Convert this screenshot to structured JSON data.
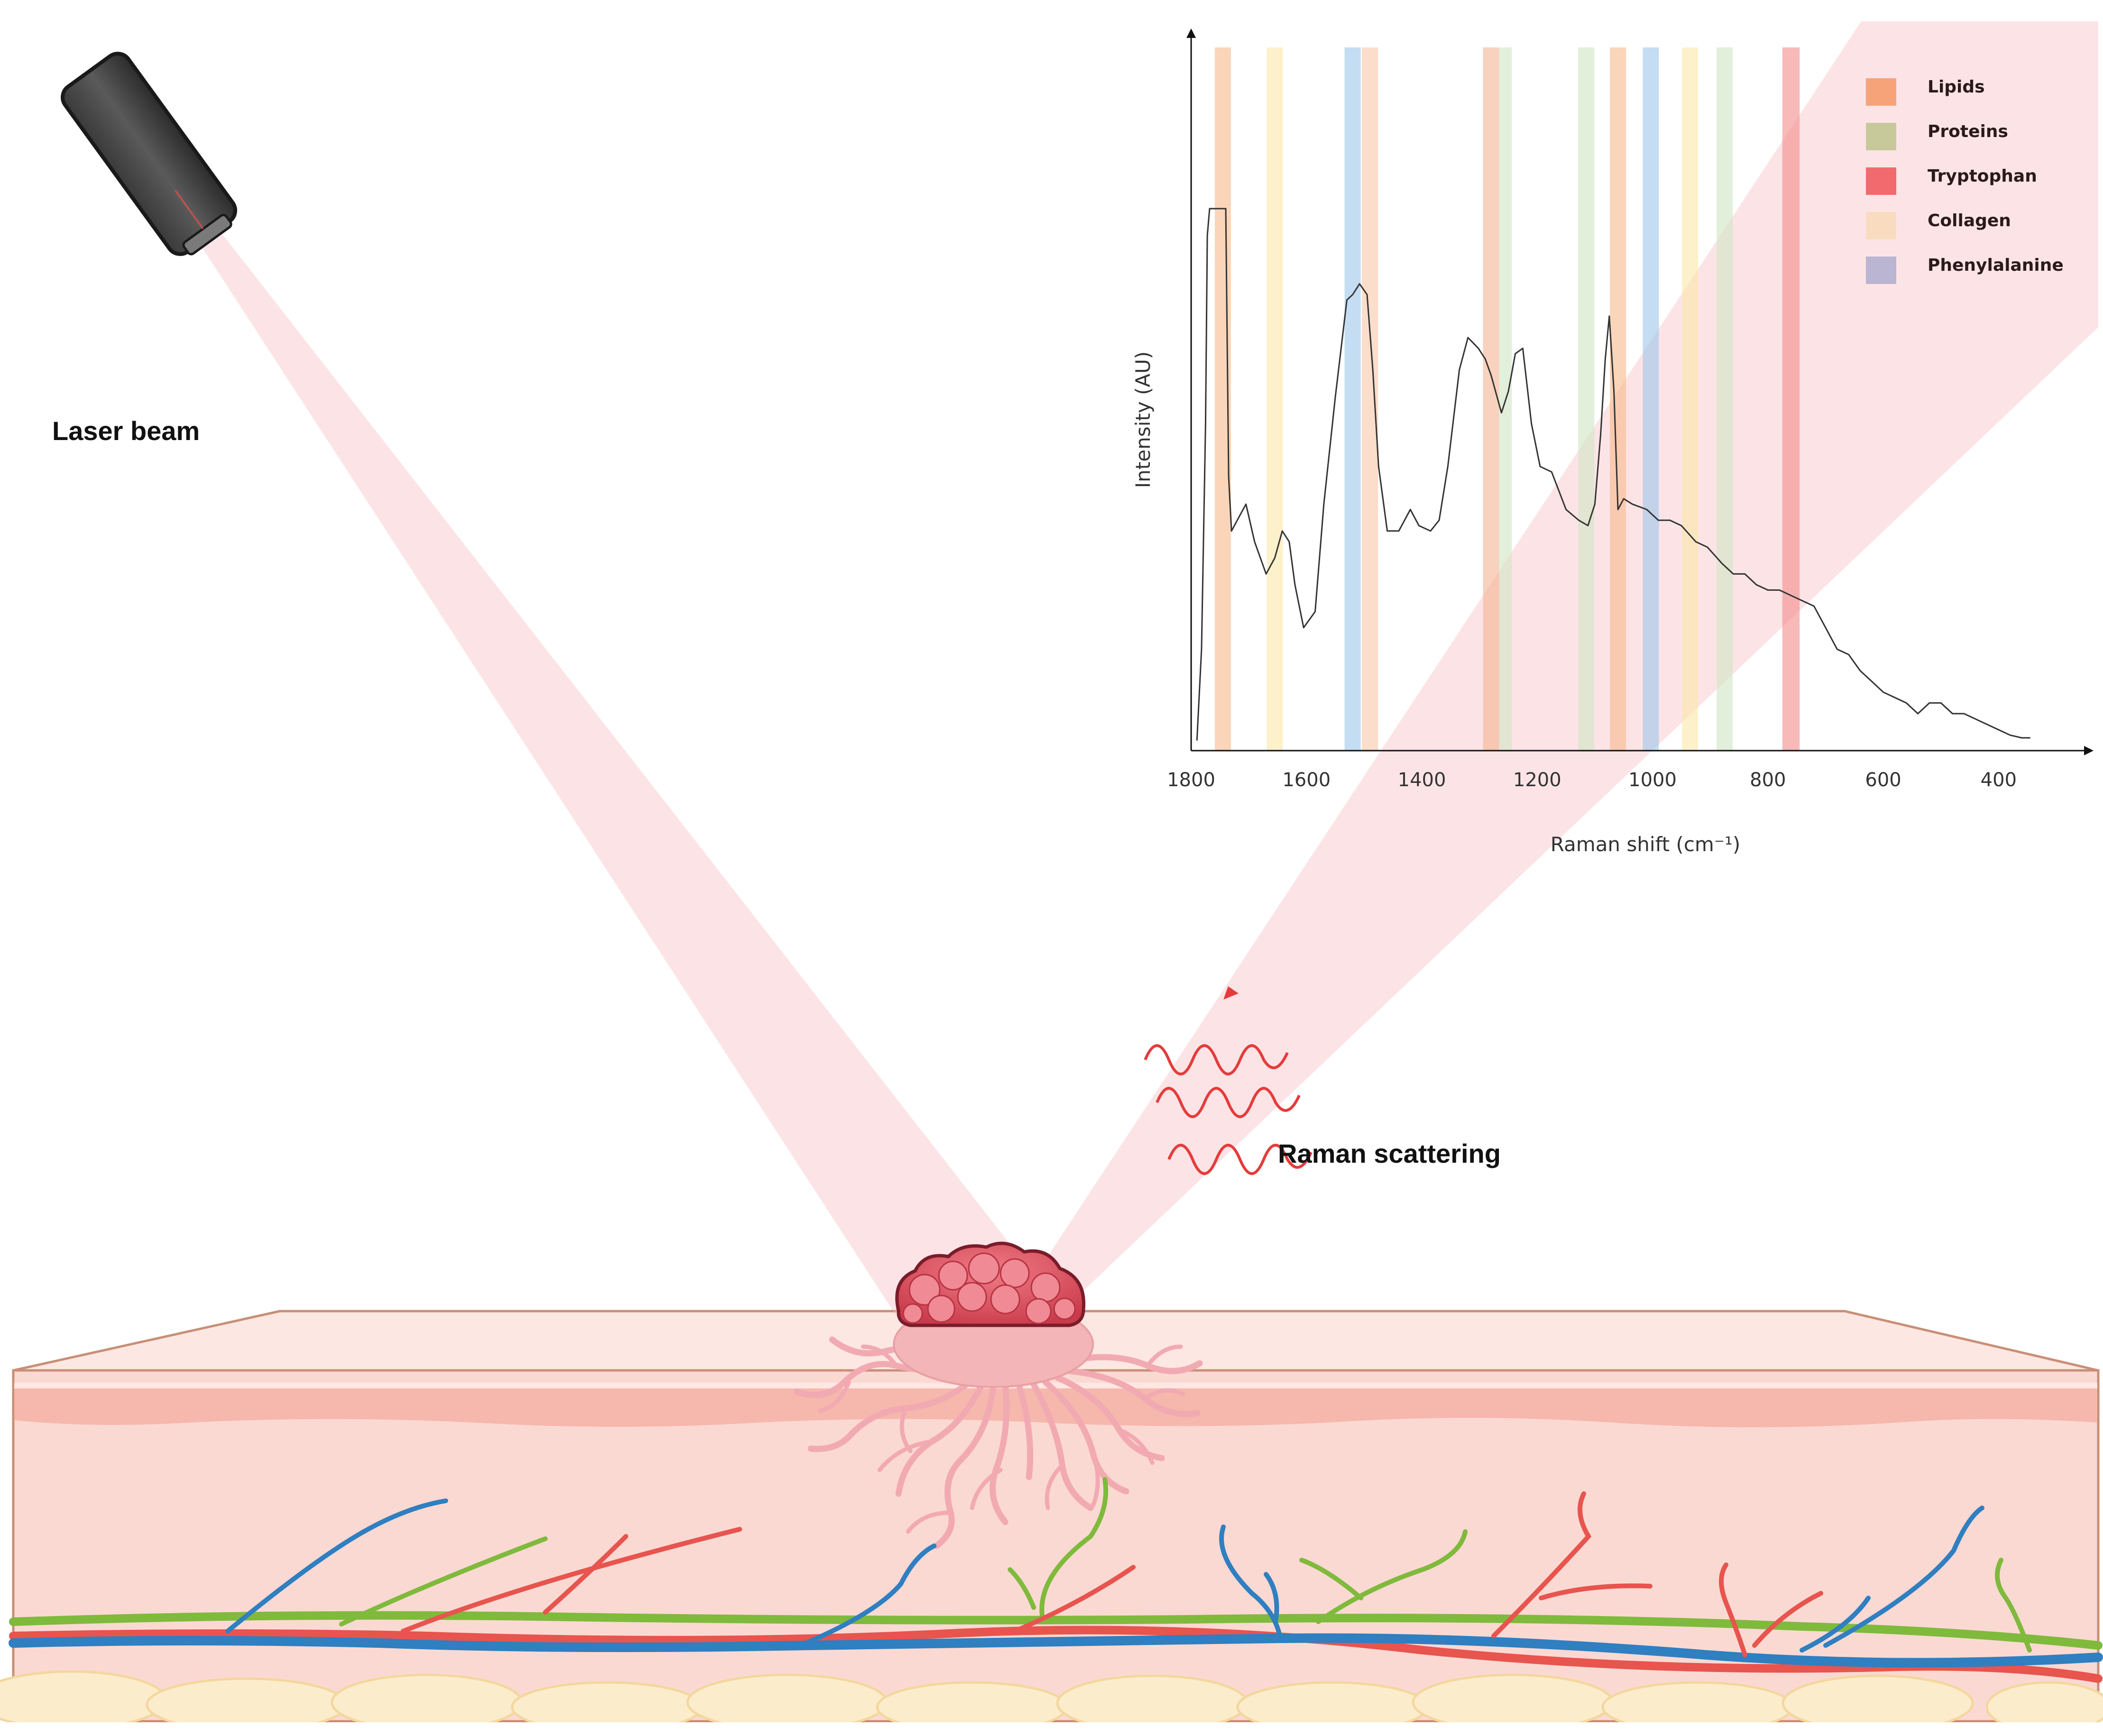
{
  "labels": {
    "laser": "Laser beam",
    "raman": "Raman scattering"
  },
  "colors": {
    "beam": "#f7b9bd",
    "skin_layer": "#fbd8d3",
    "epidermis": "#f9cfc8",
    "tumor": "#e35565",
    "vein": "#2f7fc1",
    "artery": "#e8544e",
    "lymph": "#7fba3c",
    "fat": "#fbeccc"
  },
  "chart_data": {
    "type": "line",
    "xlabel": "Raman shift (cm⁻¹)",
    "ylabel": "Intensity (AU)",
    "x_reversed": true,
    "xlim": [
      1800,
      330
    ],
    "ylim": [
      0,
      100
    ],
    "ticks": [
      {
        "value": 1800,
        "label": "1800"
      },
      {
        "value": 1600,
        "label": "1600"
      },
      {
        "value": 1400,
        "label": "1400"
      },
      {
        "value": 1200,
        "label": "1200"
      },
      {
        "value": 1000,
        "label": "1000"
      },
      {
        "value": 800,
        "label": "800"
      },
      {
        "value": 600,
        "label": "600"
      },
      {
        "value": 400,
        "label": "400"
      }
    ],
    "legend": [
      {
        "name": "Lipids",
        "color": "#f7a37a"
      },
      {
        "name": "Proteins",
        "color": "#c8c99b"
      },
      {
        "name": "Tryptophan",
        "color": "#f26a6d"
      },
      {
        "name": "Collagen",
        "color": "#f9dcc0"
      },
      {
        "name": "Phenylalanine",
        "color": "#b9b5d3"
      }
    ],
    "bands": [
      {
        "center": 1745,
        "width": 28,
        "color": "#f7b98a"
      },
      {
        "center": 1655,
        "width": 28,
        "color": "#fbe7a8"
      },
      {
        "center": 1520,
        "width": 28,
        "color": "#9cc6ea"
      },
      {
        "center": 1490,
        "width": 28,
        "color": "#f7c7a6"
      },
      {
        "center": 1280,
        "width": 28,
        "color": "#f4b492"
      },
      {
        "center": 1255,
        "width": 22,
        "color": "#cfe6c3"
      },
      {
        "center": 1115,
        "width": 28,
        "color": "#cfe6c3"
      },
      {
        "center": 1060,
        "width": 28,
        "color": "#f7b98a"
      },
      {
        "center": 1003,
        "width": 28,
        "color": "#9cc6ea"
      },
      {
        "center": 935,
        "width": 28,
        "color": "#fbe7a8"
      },
      {
        "center": 875,
        "width": 28,
        "color": "#cfe6c3"
      },
      {
        "center": 760,
        "width": 30,
        "color": "#f48a8a"
      }
    ],
    "series": [
      {
        "x": [
          1790,
          1782,
          1775,
          1772,
          1768,
          1760,
          1740,
          1735,
          1730,
          1720,
          1705,
          1690,
          1670,
          1655,
          1642,
          1630,
          1620,
          1605,
          1585,
          1570,
          1550,
          1530,
          1520,
          1508,
          1495,
          1485,
          1475,
          1460,
          1440,
          1420,
          1405,
          1385,
          1370,
          1355,
          1335,
          1320,
          1302,
          1290,
          1280,
          1262,
          1250,
          1238,
          1225,
          1210,
          1195,
          1175,
          1150,
          1128,
          1112,
          1100,
          1090,
          1082,
          1075,
          1067,
          1060,
          1050,
          1035,
          1010,
          990,
          970,
          950,
          925,
          905,
          880,
          860,
          840,
          820,
          800,
          780,
          760,
          740,
          720,
          700,
          680,
          660,
          640,
          620,
          600,
          580,
          560,
          540,
          520,
          500,
          480,
          460,
          440,
          420,
          400,
          380,
          360,
          345
        ],
        "y": [
          1,
          18,
          60,
          95,
          100,
          100,
          100,
          50,
          40,
          42,
          45,
          38,
          32,
          35,
          40,
          38,
          30,
          22,
          25,
          45,
          65,
          83,
          84,
          86,
          84,
          70,
          52,
          40,
          40,
          44,
          41,
          40,
          42,
          52,
          70,
          76,
          74,
          72,
          69,
          62,
          66,
          73,
          74,
          60,
          52,
          51,
          44,
          42,
          41,
          45,
          58,
          72,
          80,
          66,
          44,
          46,
          45,
          44,
          42,
          42,
          41,
          38,
          37,
          34,
          32,
          32,
          30,
          29,
          29,
          28,
          27,
          26,
          22,
          18,
          17,
          14,
          12,
          10,
          9,
          8,
          6,
          8,
          8,
          6,
          6,
          5,
          4,
          3,
          2,
          1.5,
          1.5
        ]
      }
    ]
  }
}
